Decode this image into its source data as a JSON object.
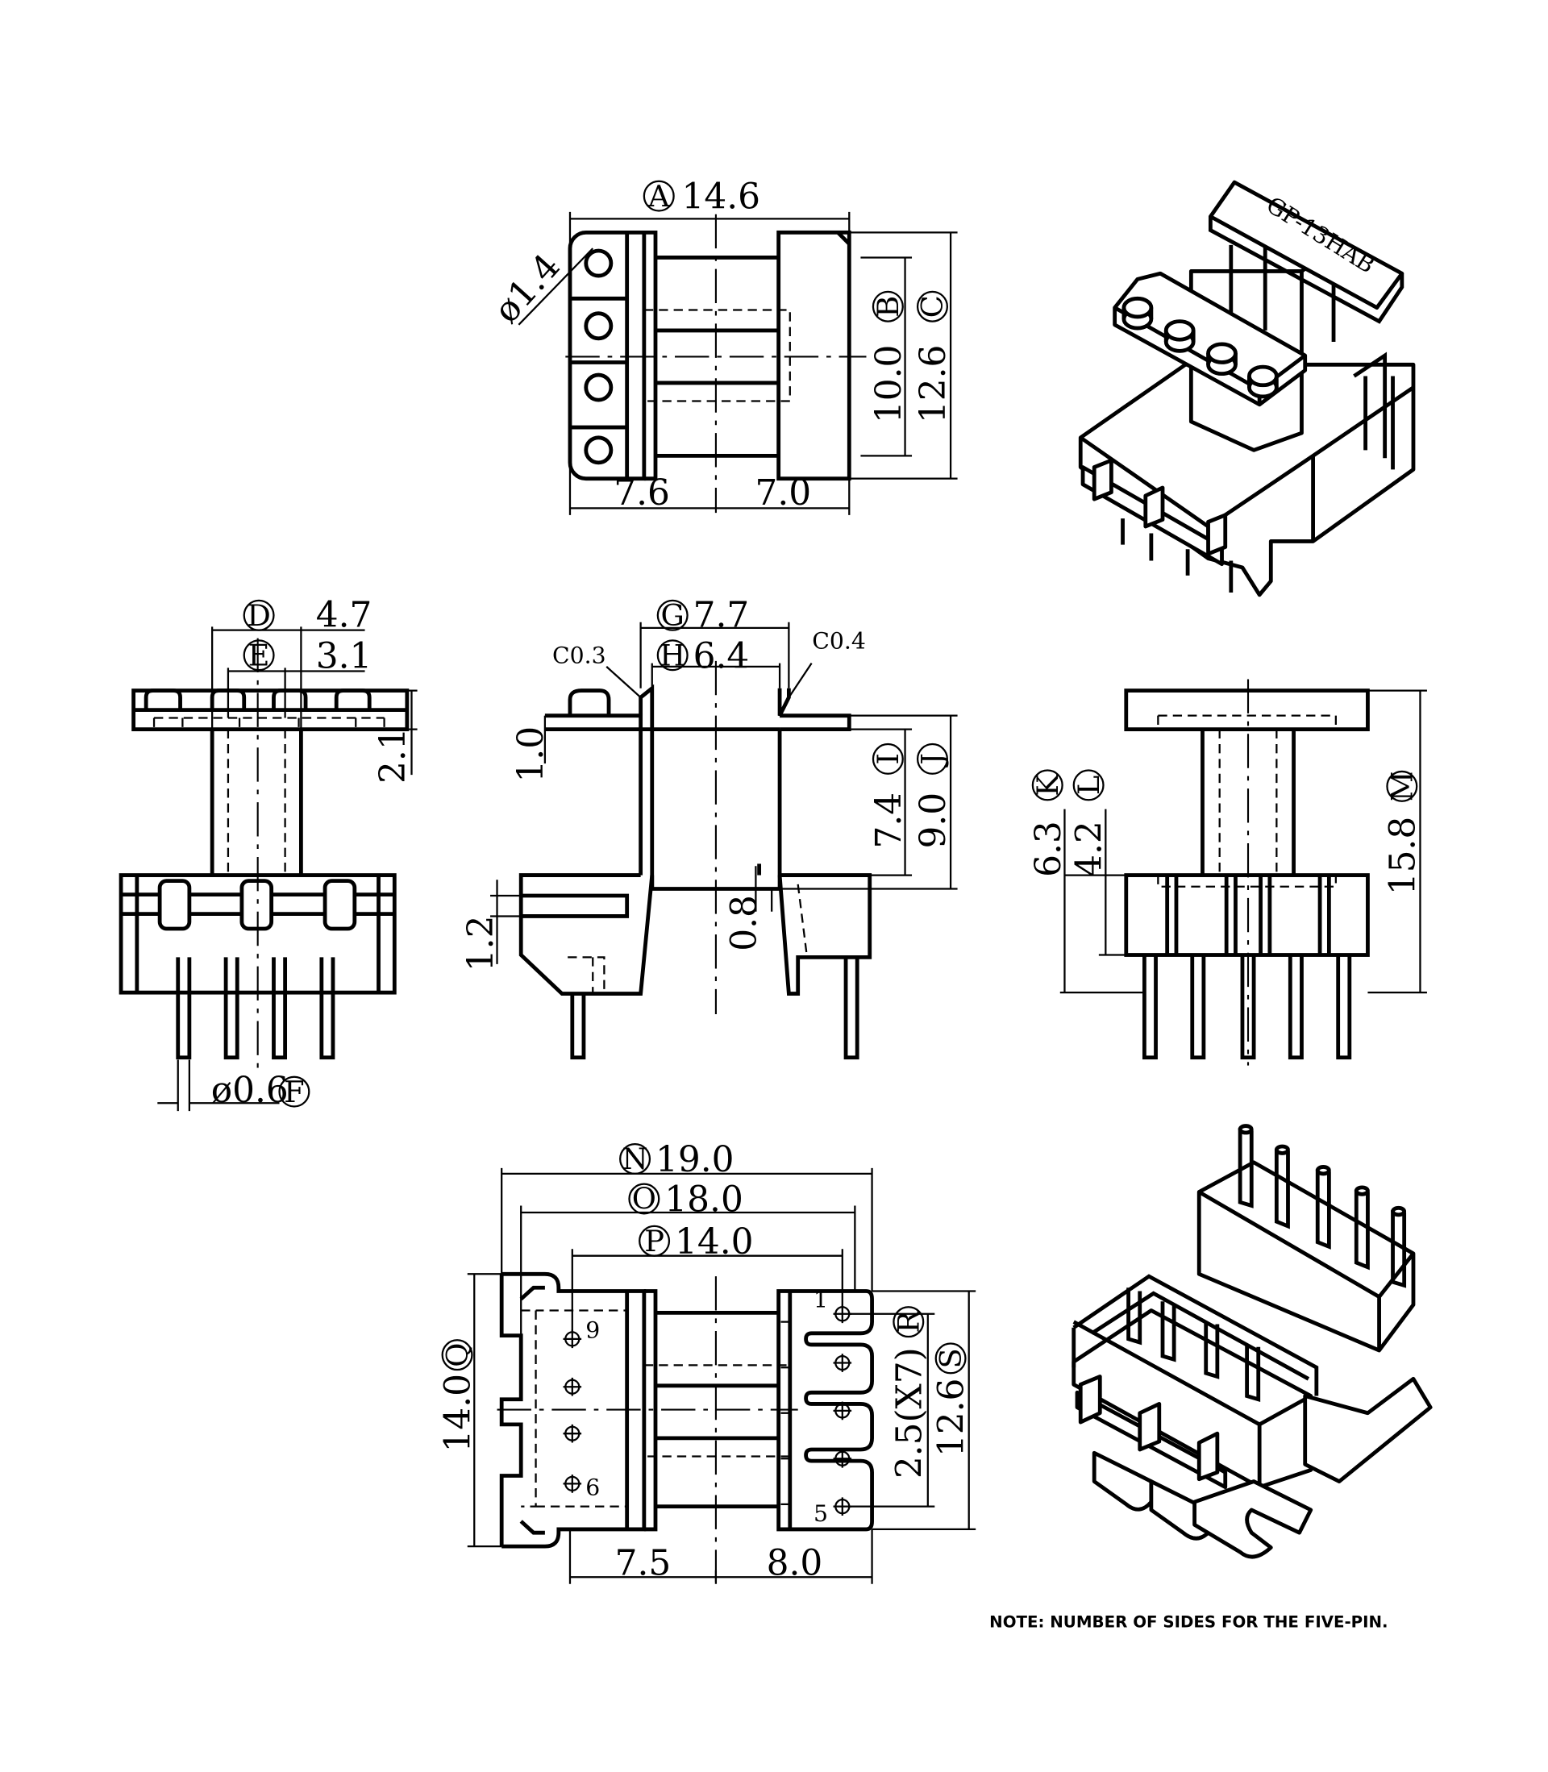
{
  "top_view": {
    "dims": {
      "A": {
        "letter": "A",
        "value": "14.6"
      },
      "B": {
        "letter": "B",
        "value": "10.0"
      },
      "C": {
        "letter": "C",
        "value": "12.6"
      },
      "hole": "ø1.4",
      "left_half": "7.6",
      "right_half": "7.0"
    }
  },
  "left_side_view": {
    "dims": {
      "D": {
        "letter": "D",
        "value": "4.7"
      },
      "E": {
        "letter": "E",
        "value": "3.1"
      },
      "flange": "2.1",
      "F": {
        "letter": "F",
        "value": "ø0.6"
      }
    }
  },
  "front_view": {
    "dims": {
      "G": {
        "letter": "G",
        "value": "7.7"
      },
      "H": {
        "letter": "H",
        "value": "6.4"
      },
      "I": {
        "letter": "I",
        "value": "7.4"
      },
      "J": {
        "letter": "J",
        "value": "9.0"
      },
      "chamfer_left": "C0.3",
      "chamfer_right": "C0.4",
      "thickness": "1.0",
      "step": "1.2",
      "gap": "0.8"
    }
  },
  "right_side_view": {
    "dims": {
      "K": {
        "letter": "K",
        "value": "6.3"
      },
      "L": {
        "letter": "L",
        "value": "4.2"
      },
      "M": {
        "letter": "M",
        "value": "15.8"
      }
    }
  },
  "bottom_view": {
    "dims": {
      "N": {
        "letter": "N",
        "value": "19.0"
      },
      "O": {
        "letter": "O",
        "value": "18.0"
      },
      "P": {
        "letter": "P",
        "value": "14.0"
      },
      "Q": {
        "letter": "Q",
        "value": "14.0"
      },
      "R": {
        "letter": "R",
        "value": "2.5(X7)"
      },
      "S": {
        "letter": "S",
        "value": "12.6"
      },
      "left_half": "7.5",
      "right_half": "8.0"
    },
    "pins": {
      "p1": "1",
      "p5": "5",
      "p6": "6",
      "p9": "9"
    }
  },
  "iso_top": {
    "part_marking": "GP-13HAB"
  },
  "note": "NOTE: NUMBER OF SIDES FOR THE FIVE-PIN."
}
